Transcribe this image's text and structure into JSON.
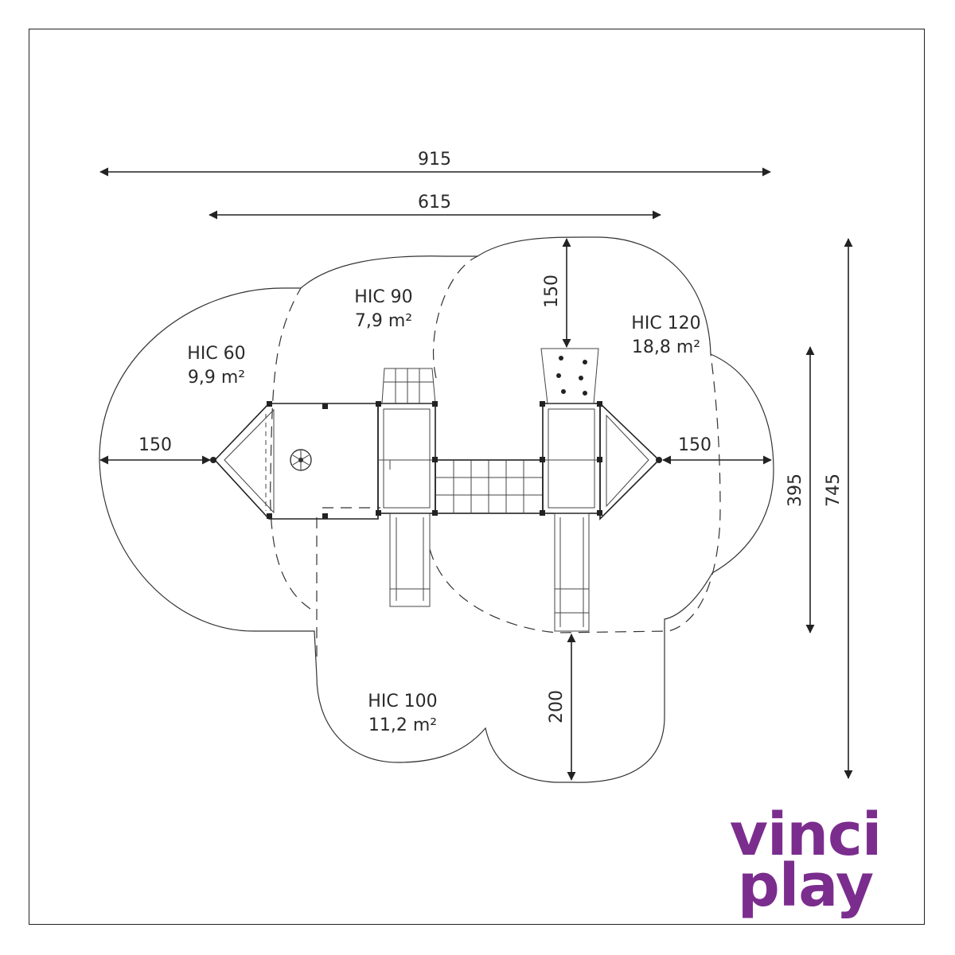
{
  "dimensions": {
    "overall_width": "915",
    "platform_width": "615",
    "left_margin": "150",
    "right_margin": "150",
    "top_margin": "150",
    "bottom_margin": "200",
    "inner_height": "395",
    "overall_height": "745"
  },
  "zones": [
    {
      "hic": "HIC 60",
      "area": "9,9 m²"
    },
    {
      "hic": "HIC 90",
      "area": "7,9 m²"
    },
    {
      "hic": "HIC 120",
      "area": "18,8 m²"
    },
    {
      "hic": "HIC 100",
      "area": "11,2 m²"
    }
  ],
  "brand": {
    "line1": "vinci",
    "line2": "play",
    "color": "#7b2d8e"
  }
}
